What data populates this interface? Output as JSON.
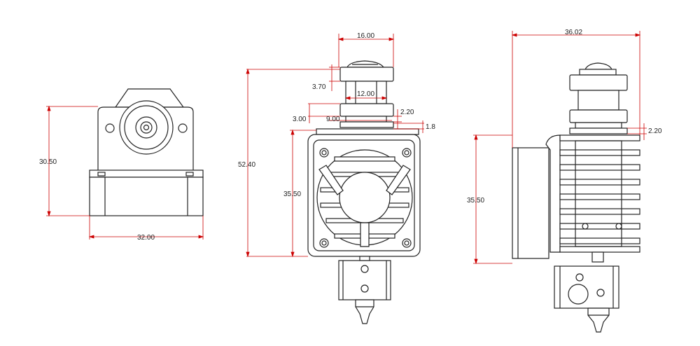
{
  "views": [
    {
      "id": "front",
      "dimensions": {
        "height": "30.50",
        "width": "32.00"
      }
    },
    {
      "id": "side",
      "dimensions": {
        "top_width": "16.00",
        "collar": "3.70",
        "neck_width": "12.00",
        "groove": "3.00",
        "small_gap": "2.20",
        "bore": "9.00",
        "plate": "1.8",
        "overall_height": "52.40",
        "fan_height": "35.50"
      }
    },
    {
      "id": "rear",
      "dimensions": {
        "overall_width": "36.02",
        "small_gap": "2.20",
        "heatsink_height": "35.50"
      }
    }
  ],
  "colors": {
    "dimension_line": "#cc0000",
    "outline": "#222222",
    "fill": "#ffffff"
  }
}
